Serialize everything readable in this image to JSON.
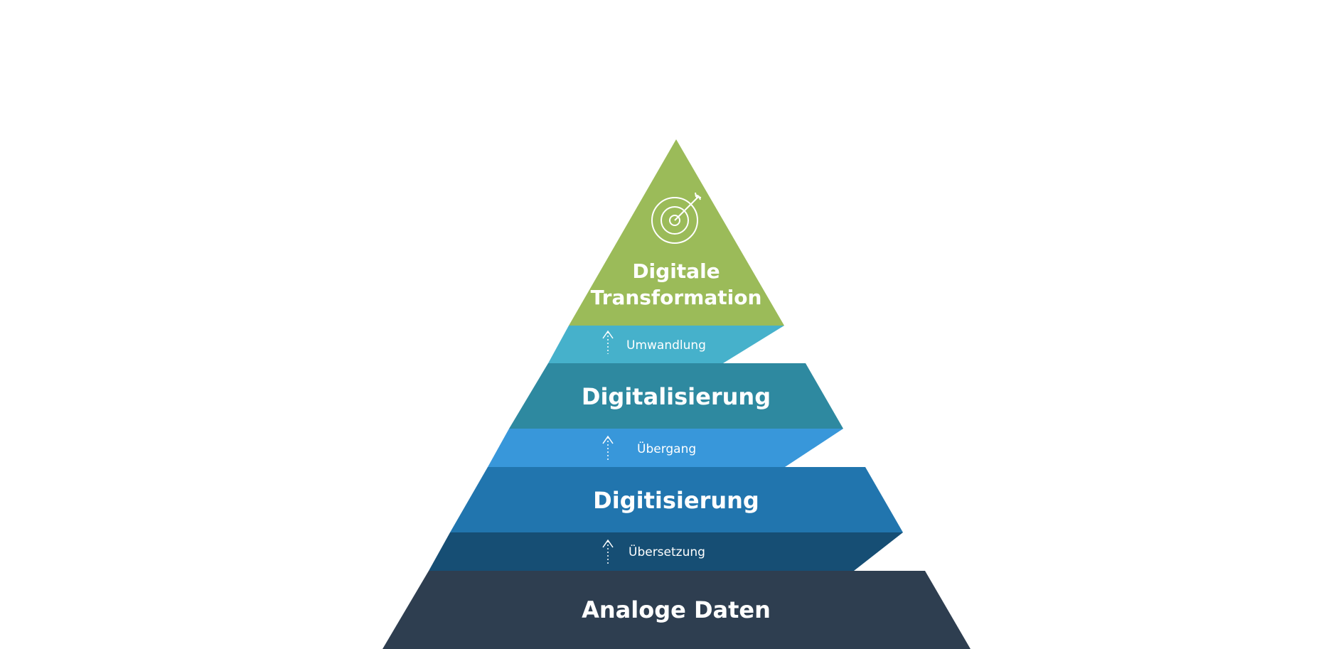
{
  "pyramid": {
    "top": {
      "line1": "Digitale",
      "line2": "Transformation",
      "icon": "target-arrow-icon",
      "color": "#9BBB59"
    },
    "transition1": {
      "label": "Umwandlung",
      "icon": "arrow-up-icon",
      "color": "#46B1CB"
    },
    "level3": {
      "label": "Digitalisierung",
      "color": "#2E89A0"
    },
    "transition2": {
      "label": "Übergang",
      "icon": "arrow-up-icon",
      "color": "#3897DA"
    },
    "level2": {
      "label": "Digitisierung",
      "color": "#2175AE"
    },
    "transition3": {
      "label": "Übersetzung",
      "icon": "arrow-up-icon",
      "color": "#164E74"
    },
    "level1": {
      "label": "Analoge Daten",
      "color": "#2E3E50"
    }
  }
}
